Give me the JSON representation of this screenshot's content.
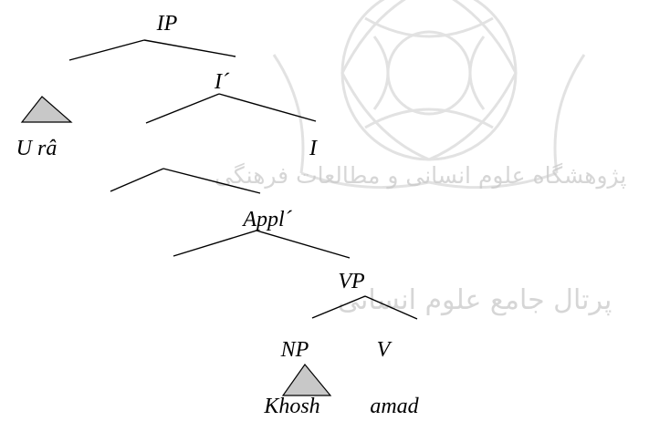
{
  "tree": {
    "nodes": {
      "ip": "IP",
      "i_bar": "I´",
      "u_ra": "U râ",
      "i": "I",
      "appl_bar": "Appl´",
      "vp": "VP",
      "np": "NP",
      "v": "V",
      "khosh": "Khosh",
      "amad": "amad"
    }
  },
  "watermark": {
    "line1": "پژوهشگاه علوم انسانی و مطالعات فرهنگی",
    "line2": "پرتال جامع علوم انسانی"
  },
  "colors": {
    "line": "#000000",
    "triangle_fill": "#c8c8c8",
    "watermark": "#cccccc"
  }
}
